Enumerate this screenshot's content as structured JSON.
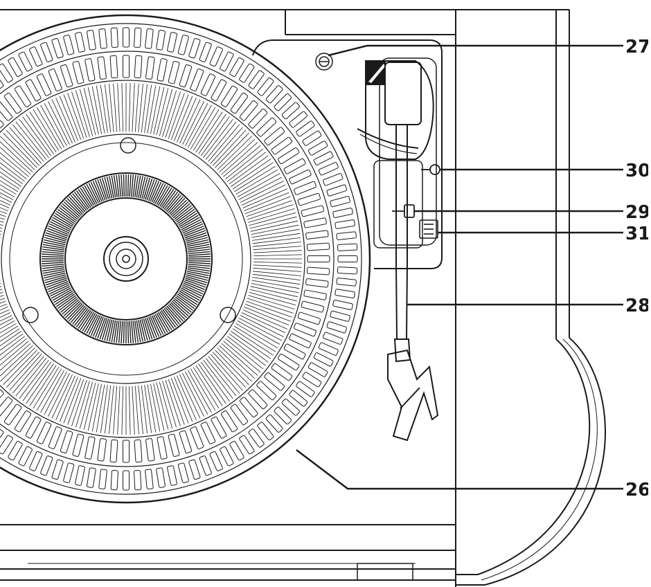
{
  "diagram": {
    "callouts": [
      {
        "id": "27",
        "label": "27"
      },
      {
        "id": "30",
        "label": "30"
      },
      {
        "id": "29",
        "label": "29"
      },
      {
        "id": "31",
        "label": "31"
      },
      {
        "id": "28",
        "label": "28"
      },
      {
        "id": "26",
        "label": "26"
      }
    ],
    "colors": {
      "line": "#1a1a1a",
      "background": "#ffffff"
    }
  }
}
